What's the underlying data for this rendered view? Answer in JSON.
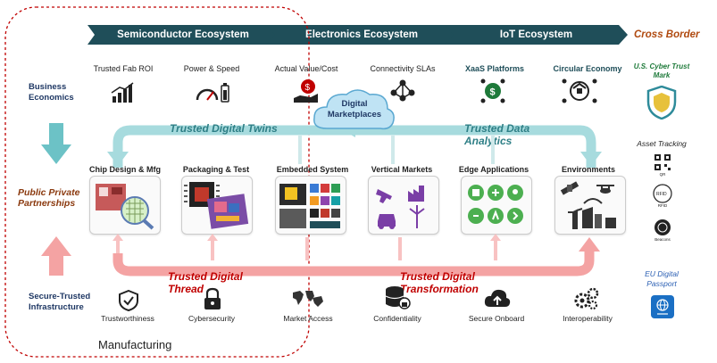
{
  "headers": {
    "semiconductor": "Semiconductor Ecosystem",
    "electronics": "Electronics Ecosystem",
    "iot": "IoT Ecosystem",
    "cross_border": "Cross Border"
  },
  "rows": {
    "business_economics": "Business Economics",
    "public_private": "Public Private Partnerships",
    "secure_trusted": "Secure-Trusted Infrastructure"
  },
  "top_topics": [
    "Trusted Fab ROI",
    "Power & Speed",
    "Actual Value/Cost",
    "Connectivity SLAs",
    "XaaS Platforms",
    "Circular Economy"
  ],
  "cloud_label": "Digital Marketplaces",
  "flows": {
    "twins": "Trusted Digital Twins",
    "analytics": "Trusted Data Analytics",
    "thread": "Trusted Digital Thread",
    "transformation": "Trusted Digital Transformation"
  },
  "boxes": [
    "Chip Design & Mfg",
    "Packaging & Test",
    "Embedded System",
    "Vertical Markets",
    "Edge Applications",
    "Environments"
  ],
  "bottom": [
    "Trustworthiness",
    "Cybersecurity",
    "Market Access",
    "Confidentiality",
    "Secure Onboard",
    "Interoperability"
  ],
  "right_panel": {
    "trust_mark": "U.S. Cyber Trust Mark",
    "asset_tracking": "Asset Tracking",
    "qr": "QR",
    "rfid": "RFID",
    "beacons": "Beacons",
    "passport": "EU Digital Passport"
  },
  "manufacturing": "Manufacturing",
  "colors": {
    "header_band": "#1f4e59",
    "twins_arrow": "#8fd0d5",
    "thread_arrow": "#f4a3a3",
    "cross_border": "#b04a10",
    "navy": "#1f3864"
  }
}
